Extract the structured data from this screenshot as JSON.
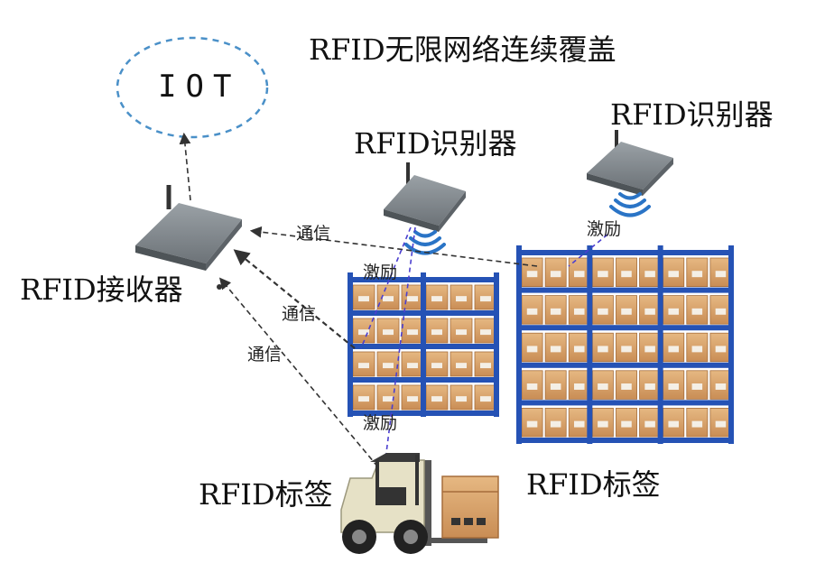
{
  "title": "RFID无限网络连续覆盖",
  "cloud_label": "IOT",
  "labels": {
    "reader_1": "RFID识别器",
    "reader_2": "RFID识别器",
    "receiver": "RFID接收器",
    "tag_forklift": "RFID标签",
    "tag_shelf": "RFID标签"
  },
  "edge_labels": {
    "comm_top": "通信",
    "comm_mid": "通信",
    "comm_low": "通信",
    "excite_r2": "激励",
    "excite_r1_upper": "激励",
    "excite_r1_lower": "激励"
  },
  "colors": {
    "cloud_stroke": "#4a90c8",
    "signal": "#2a74c6",
    "excite_line": "#4b3fd0",
    "comm_line": "#333333",
    "rack": "#2552b5",
    "box": "#d9a46b",
    "device": "#7c8388",
    "forklift_body": "#e6e1c6"
  },
  "icons": [
    "cloud-icon",
    "router-icon",
    "antenna-icon",
    "wifi-signal-icon",
    "warehouse-rack-icon",
    "forklift-icon",
    "cardboard-box-icon"
  ]
}
